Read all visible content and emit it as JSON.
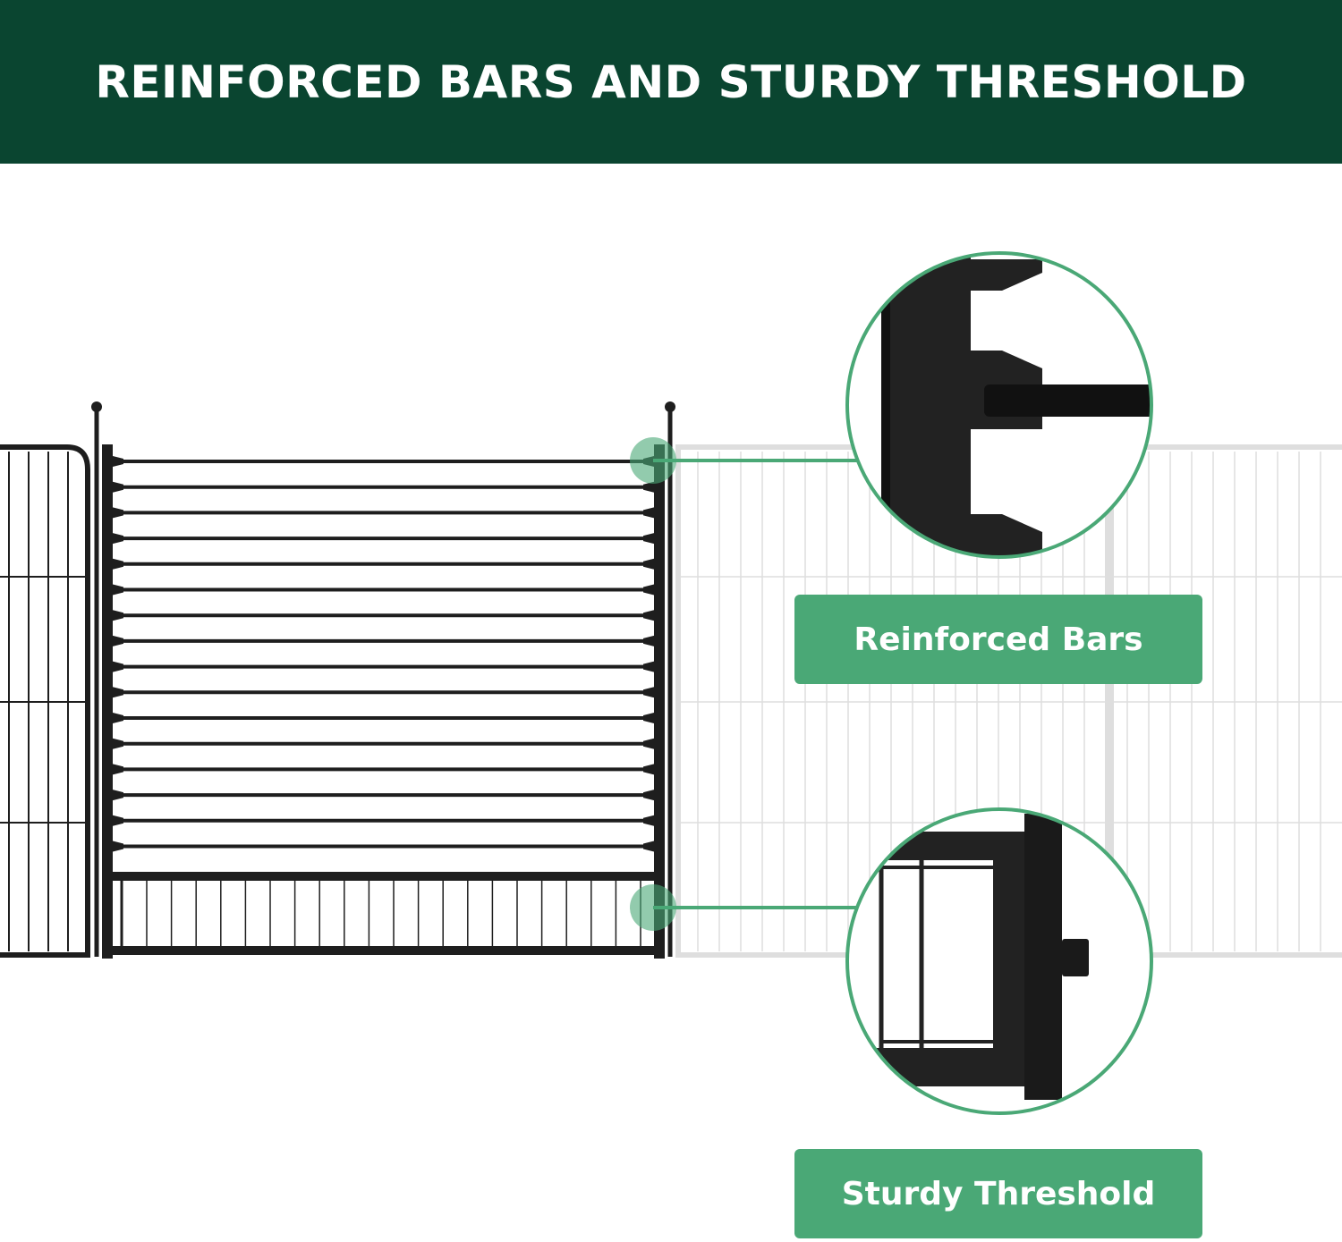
{
  "header": {
    "title": "REINFORCED BARS AND STURDY THRESHOLD"
  },
  "callouts": [
    {
      "label": "Reinforced Bars"
    },
    {
      "label": "Sturdy Threshold"
    }
  ],
  "colors": {
    "header_bg": "#0a4530",
    "accent": "#4aa876",
    "metal": "#1e1e1e",
    "ghost_fence": "#dcdcdc"
  }
}
